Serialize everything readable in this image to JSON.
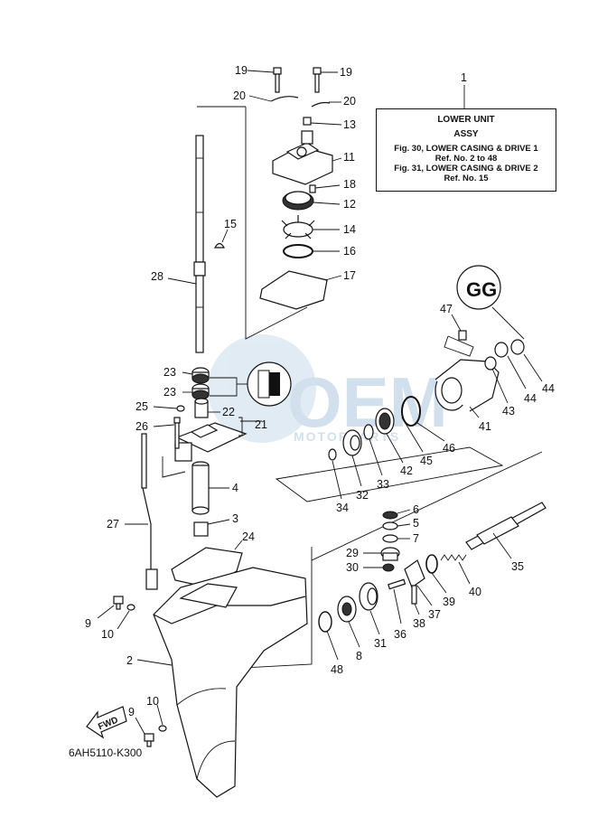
{
  "info_box": {
    "line1": "LOWER UNIT",
    "line2": "ASSY",
    "line3": "Fig. 30, LOWER CASING & DRIVE 1",
    "line4": "Ref. No. 2 to 48",
    "line5": "Fig. 31, LOWER CASING & DRIVE 2",
    "line6": "Ref. No. 15",
    "ref_number": "1"
  },
  "catalog_code": "6AH5110-K300",
  "fwd_label": "FWD",
  "watermark": "OEM MOTORPARTS",
  "callouts": [
    "19",
    "19",
    "20",
    "20",
    "13",
    "11",
    "18",
    "12",
    "14",
    "16",
    "17",
    "15",
    "28",
    "23",
    "23",
    "25",
    "22",
    "21",
    "26",
    "27",
    "4",
    "3",
    "24",
    "9",
    "10",
    "2",
    "10",
    "9",
    "47",
    "44",
    "44",
    "43",
    "41",
    "46",
    "45",
    "42",
    "33",
    "32",
    "34",
    "6",
    "5",
    "7",
    "29",
    "30",
    "35",
    "40",
    "39",
    "37",
    "38",
    "36",
    "31",
    "8",
    "48"
  ]
}
